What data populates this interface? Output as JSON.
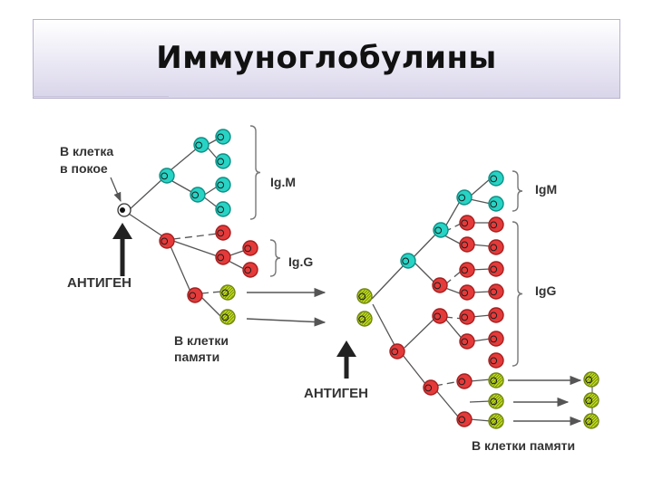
{
  "title": "Иммуноглобулины",
  "labels": {
    "resting_b_line1": "В клетка",
    "resting_b_line2": "в покое",
    "antigen_left": "АНТИГЕН",
    "igm_left": "Ig.M",
    "igg_left": "Ig.G",
    "memory_left_line1": "В клетки",
    "memory_left_line2": "памяти",
    "antigen_right": "АНТИГЕН",
    "igm_right": "IgM",
    "igg_right": "IgG",
    "memory_right": "В клетки памяти"
  },
  "colors": {
    "cyan_fill": "#27d3c4",
    "cyan_stroke": "#0e8f86",
    "red_fill": "#e53a3a",
    "red_stroke": "#a51f1f",
    "yellow_fill": "#c6e21f",
    "yellow_stroke": "#6f8410",
    "line": "#555555",
    "bracket": "#777777"
  }
}
